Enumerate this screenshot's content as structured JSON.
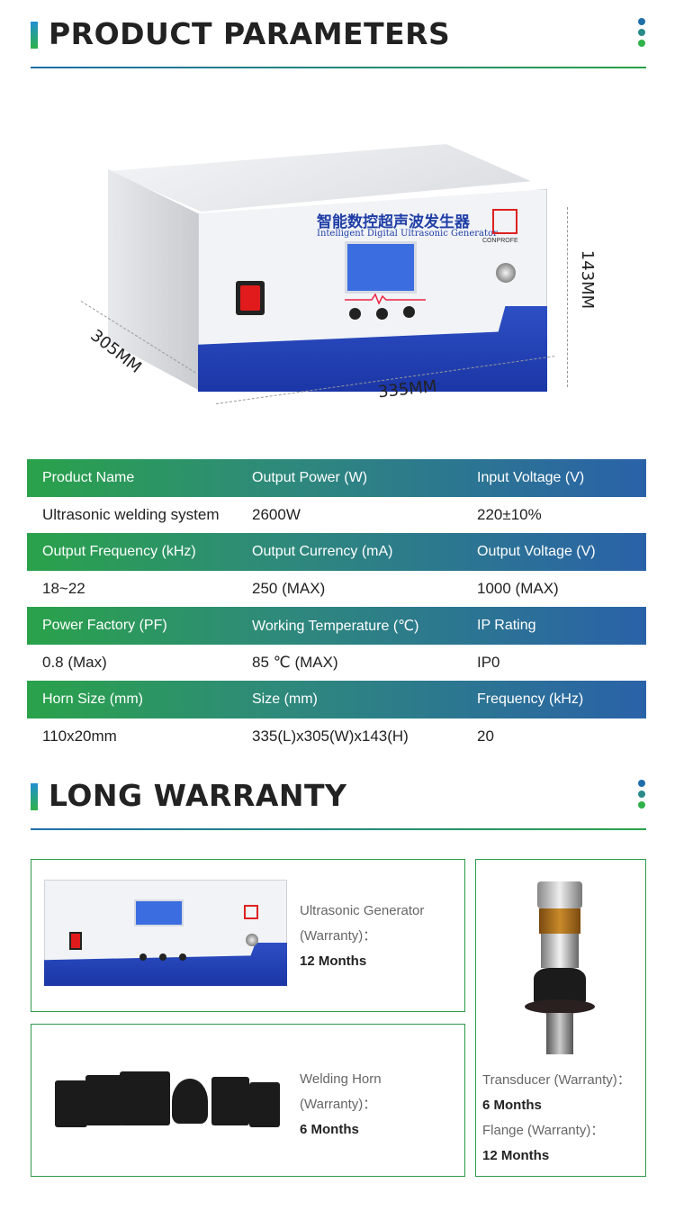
{
  "sections": {
    "params_title": "PRODUCT PARAMETERS",
    "warranty_title": "LONG WARRANTY"
  },
  "hero": {
    "brand_cn": "智能数控超声波发生器",
    "brand_en": "Intelligent Digital Ultrasonic Generator",
    "logo_text": "CONPROFE",
    "dim_depth": "305MM",
    "dim_width": "335MM",
    "dim_height": "143MM"
  },
  "params": [
    {
      "headers": [
        "Product Name",
        "Output Power (W)",
        "Input Voltage (V)"
      ],
      "values": [
        "Ultrasonic welding system",
        "2600W",
        "220±10%"
      ]
    },
    {
      "headers": [
        "Output Frequency (kHz)",
        "Output Currency (mA)",
        "Output Voltage (V)"
      ],
      "values": [
        "18~22",
        "250 (MAX)",
        "1000 (MAX)"
      ]
    },
    {
      "headers": [
        "Power Factory (PF)",
        "Working Temperature (℃)",
        "IP Rating"
      ],
      "values": [
        "0.8 (Max)",
        "85 ℃ (MAX)",
        "IP0"
      ]
    },
    {
      "headers": [
        "Horn Size (mm)",
        "Size (mm)",
        "Frequency (kHz)"
      ],
      "values": [
        "110x20mm",
        "335(L)x305(W)x143(H)",
        "20"
      ]
    }
  ],
  "warranty": {
    "generator": {
      "label1": "Ultrasonic Generator",
      "label2": "(Warranty)：",
      "value": "12 Months"
    },
    "horn": {
      "label1": "Welding Horn",
      "label2": "(Warranty)：",
      "value": "6 Months"
    },
    "transducer": {
      "label": "Transducer (Warranty)：",
      "value": "6 Months",
      "flange_label": "Flange (Warranty)：",
      "flange_value": "12 Months"
    }
  },
  "colors": {
    "green": "#2aa24a",
    "blue": "#2a62a8",
    "dot_blue": "#1e6eaa",
    "dot_teal": "#2a8a8a",
    "dot_green": "#2fb24a"
  }
}
